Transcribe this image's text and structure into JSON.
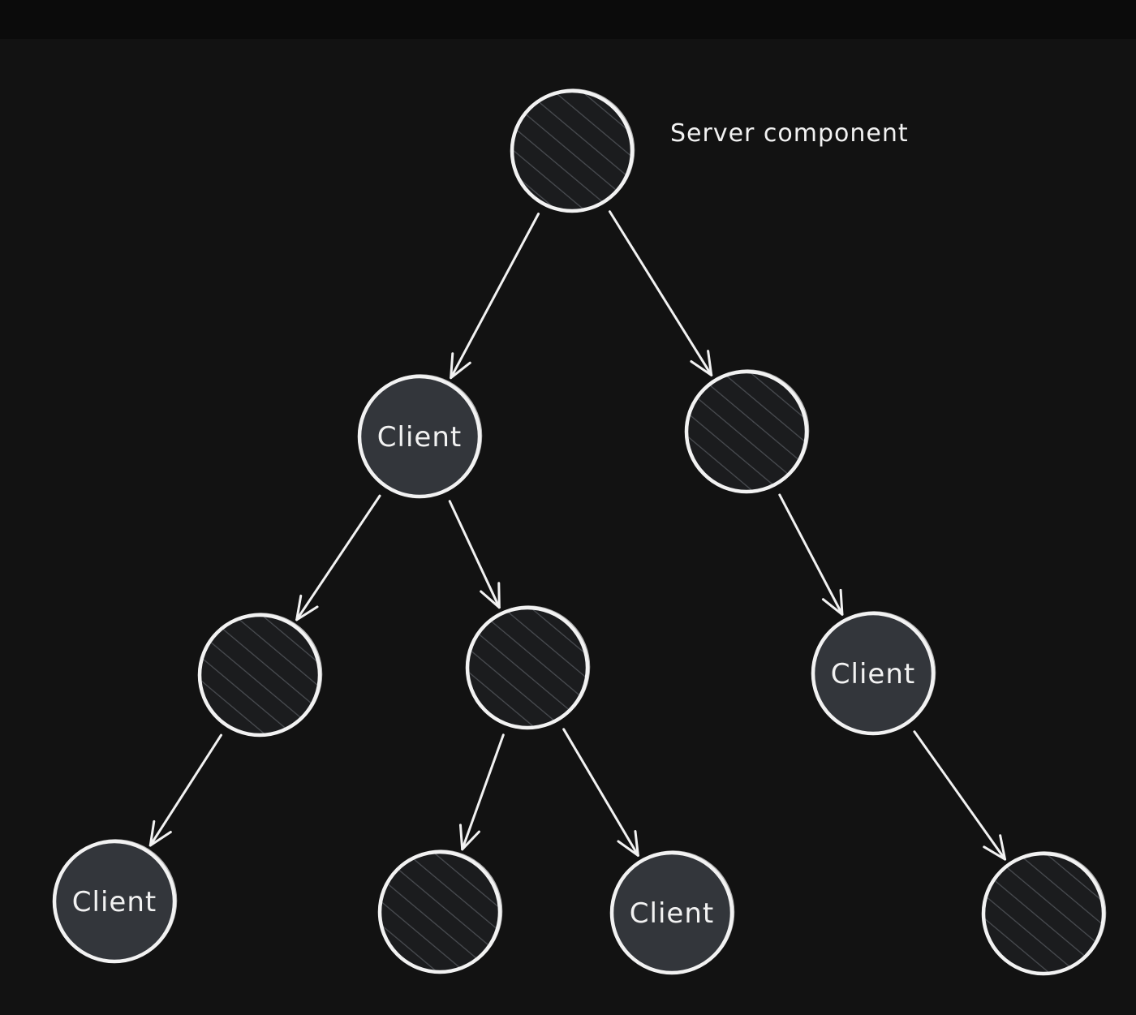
{
  "diagram": {
    "legend": {
      "label": "Server component"
    },
    "nodes": [
      {
        "id": "root",
        "kind": "server",
        "label": ""
      },
      {
        "id": "l1-left",
        "kind": "client",
        "label": "Client"
      },
      {
        "id": "l1-right",
        "kind": "server",
        "label": ""
      },
      {
        "id": "l2-a",
        "kind": "server",
        "label": ""
      },
      {
        "id": "l2-b",
        "kind": "server",
        "label": ""
      },
      {
        "id": "l2-c",
        "kind": "client",
        "label": "Client"
      },
      {
        "id": "l3-a",
        "kind": "client",
        "label": "Client"
      },
      {
        "id": "l3-b",
        "kind": "server",
        "label": ""
      },
      {
        "id": "l3-c",
        "kind": "client",
        "label": "Client"
      },
      {
        "id": "l3-d",
        "kind": "server",
        "label": ""
      }
    ],
    "edges": [
      {
        "from": "root",
        "to": "l1-left"
      },
      {
        "from": "root",
        "to": "l1-right"
      },
      {
        "from": "l1-left",
        "to": "l2-a"
      },
      {
        "from": "l1-left",
        "to": "l2-b"
      },
      {
        "from": "l1-right",
        "to": "l2-c"
      },
      {
        "from": "l2-a",
        "to": "l3-a"
      },
      {
        "from": "l2-b",
        "to": "l3-b"
      },
      {
        "from": "l2-b",
        "to": "l3-c"
      },
      {
        "from": "l2-c",
        "to": "l3-d"
      }
    ],
    "colors": {
      "background": "#121212",
      "stroke": "#f2f2f2",
      "client_fill": "#33363b",
      "server_fill": "#1b1c1e",
      "hatch": "#4a4d52"
    }
  }
}
